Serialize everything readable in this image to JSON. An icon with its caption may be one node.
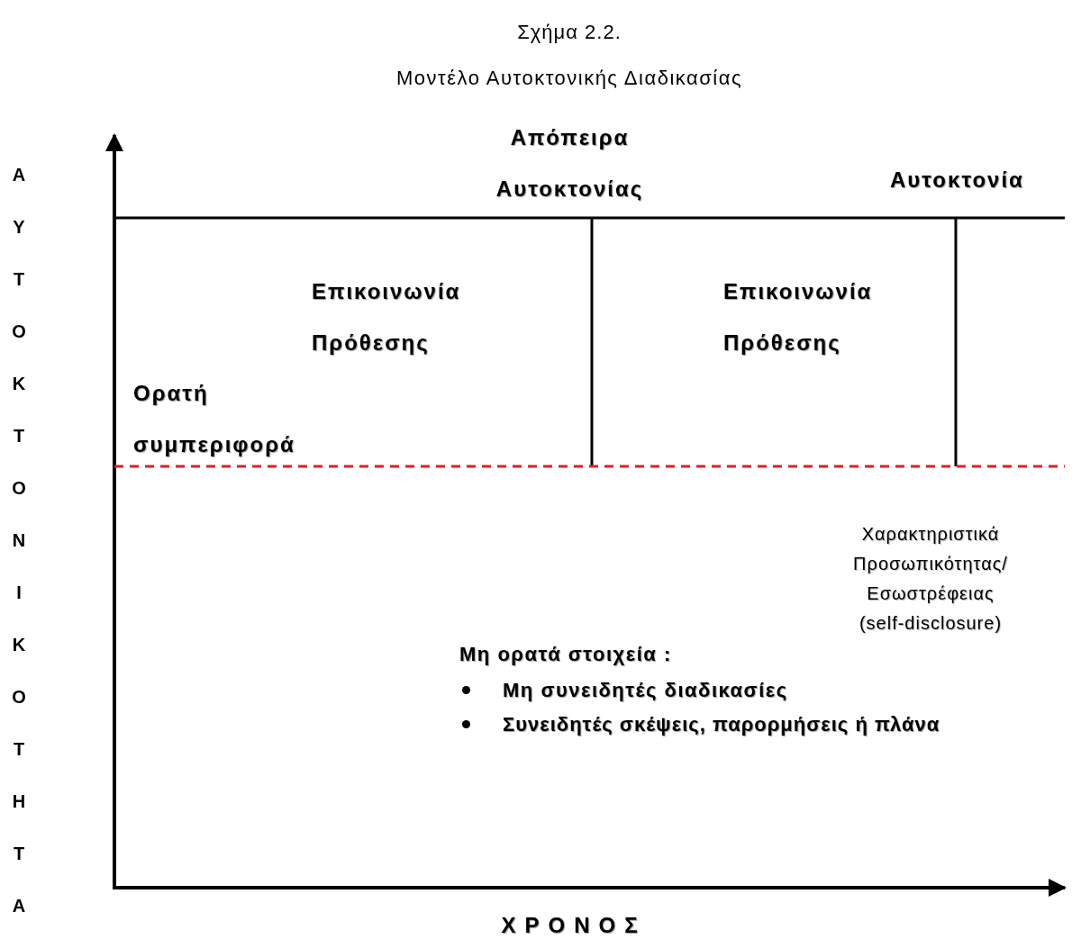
{
  "diagram": {
    "title": "Σχήμα 2.2.",
    "caption": "Μοντέλο Αυτοκτονικής Διαδικασίας",
    "labels": [
      "Απόπειρα Αυτοκτονίας",
      "Αυτοκτονία",
      "Επικοινωνία Πρόθεσης",
      "Επικοινωνία Πρόθεσης",
      "Ορατή συμπεριφορά",
      "Χαρακτηριστικά Προσωπικότητας/ Εσωστρέφειας (self-disclosure)",
      "Μη ορατά στοιχεία :",
      "Μη συνειδητές διαδικασίες",
      "Συνειδητές σκέψεις, παρορμήσεις ή πλάνα",
      "ΑΥΤΟΚΤΟΝΙΚΟΤΗΤΑ",
      "ΧΡΟΝΟΣ"
    ]
  }
}
